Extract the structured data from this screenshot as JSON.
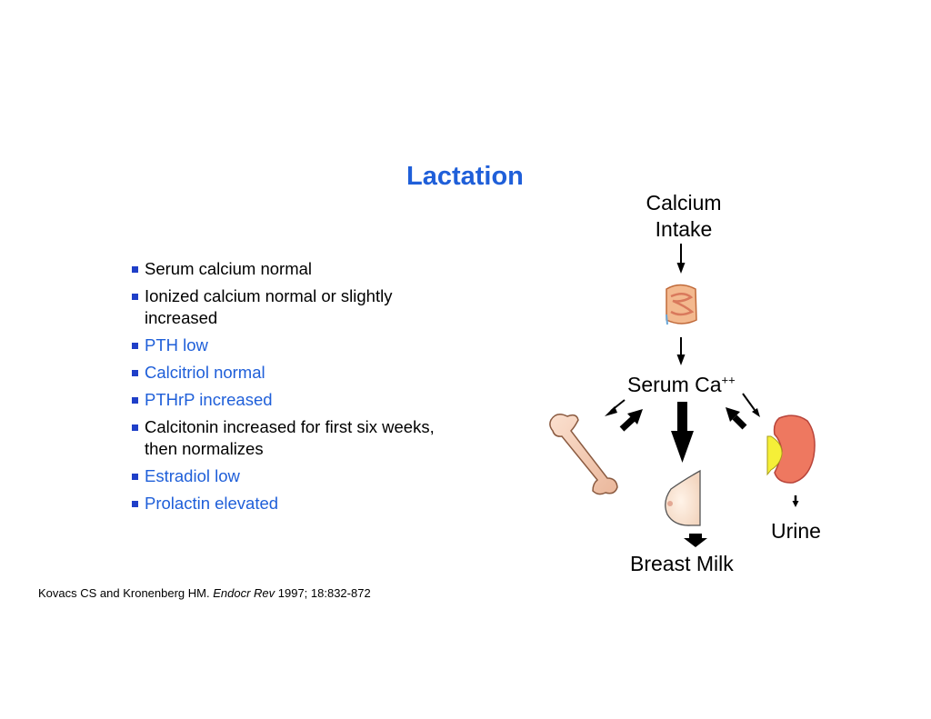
{
  "slide": {
    "title": "Lactation",
    "bullets": [
      {
        "text": "Serum calcium normal",
        "color": "#000000"
      },
      {
        "text": "Ionized calcium normal or slightly increased",
        "color": "#000000"
      },
      {
        "text": "PTH low",
        "color": "#1f5fd9"
      },
      {
        "text": "Calcitriol normal",
        "color": "#1f5fd9"
      },
      {
        "text": "PTHrP increased",
        "color": "#1f5fd9"
      },
      {
        "text": "Calcitonin increased for first six weeks, then normalizes",
        "color": "#000000"
      },
      {
        "text": "Estradiol low",
        "color": "#1f5fd9"
      },
      {
        "text": "Prolactin elevated",
        "color": "#1f5fd9"
      }
    ],
    "citation": {
      "authors": "Kovacs CS and Kronenberg HM. ",
      "journal": "Endocr Rev",
      "details": " 1997; 18:832-872"
    }
  },
  "diagram": {
    "calcium_intake_line1": "Calcium",
    "calcium_intake_line2": "Intake",
    "serum_ca": "Serum Ca",
    "serum_ca_sup": "++",
    "urine": "Urine",
    "breast_milk": "Breast Milk",
    "icons": [
      "intestine-icon",
      "bone-icon",
      "kidney-icon",
      "breast-icon"
    ]
  }
}
